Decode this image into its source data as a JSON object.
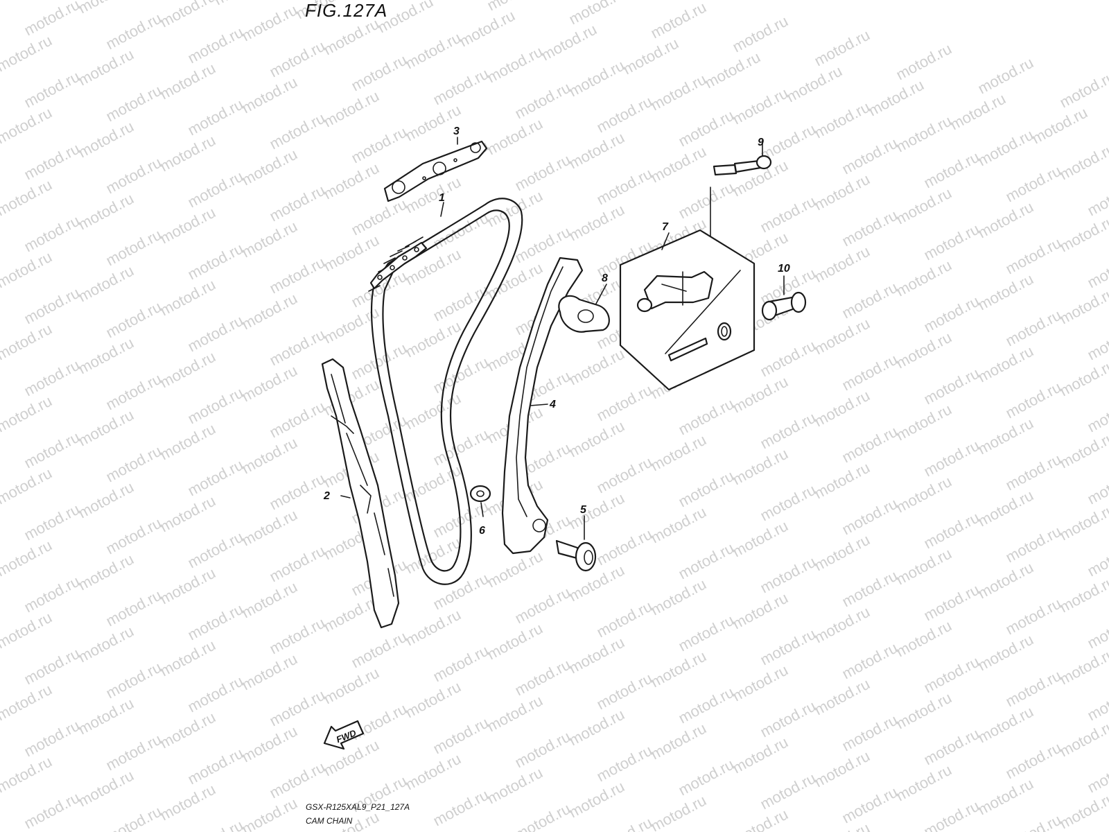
{
  "figure": {
    "title": "FIG.127A",
    "drawing_code": "GSX-R125XAL9_P21_127A",
    "caption": "CAM CHAIN",
    "direction_label": "FWD"
  },
  "watermark": {
    "text": "motod.ru",
    "color": "#cfcfcf"
  },
  "callouts": [
    {
      "id": "1",
      "label": "1"
    },
    {
      "id": "2",
      "label": "2"
    },
    {
      "id": "3",
      "label": "3"
    },
    {
      "id": "4",
      "label": "4"
    },
    {
      "id": "5",
      "label": "5"
    },
    {
      "id": "6",
      "label": "6"
    },
    {
      "id": "7",
      "label": "7"
    },
    {
      "id": "8",
      "label": "8"
    },
    {
      "id": "9",
      "label": "9"
    },
    {
      "id": "10",
      "label": "10"
    }
  ]
}
